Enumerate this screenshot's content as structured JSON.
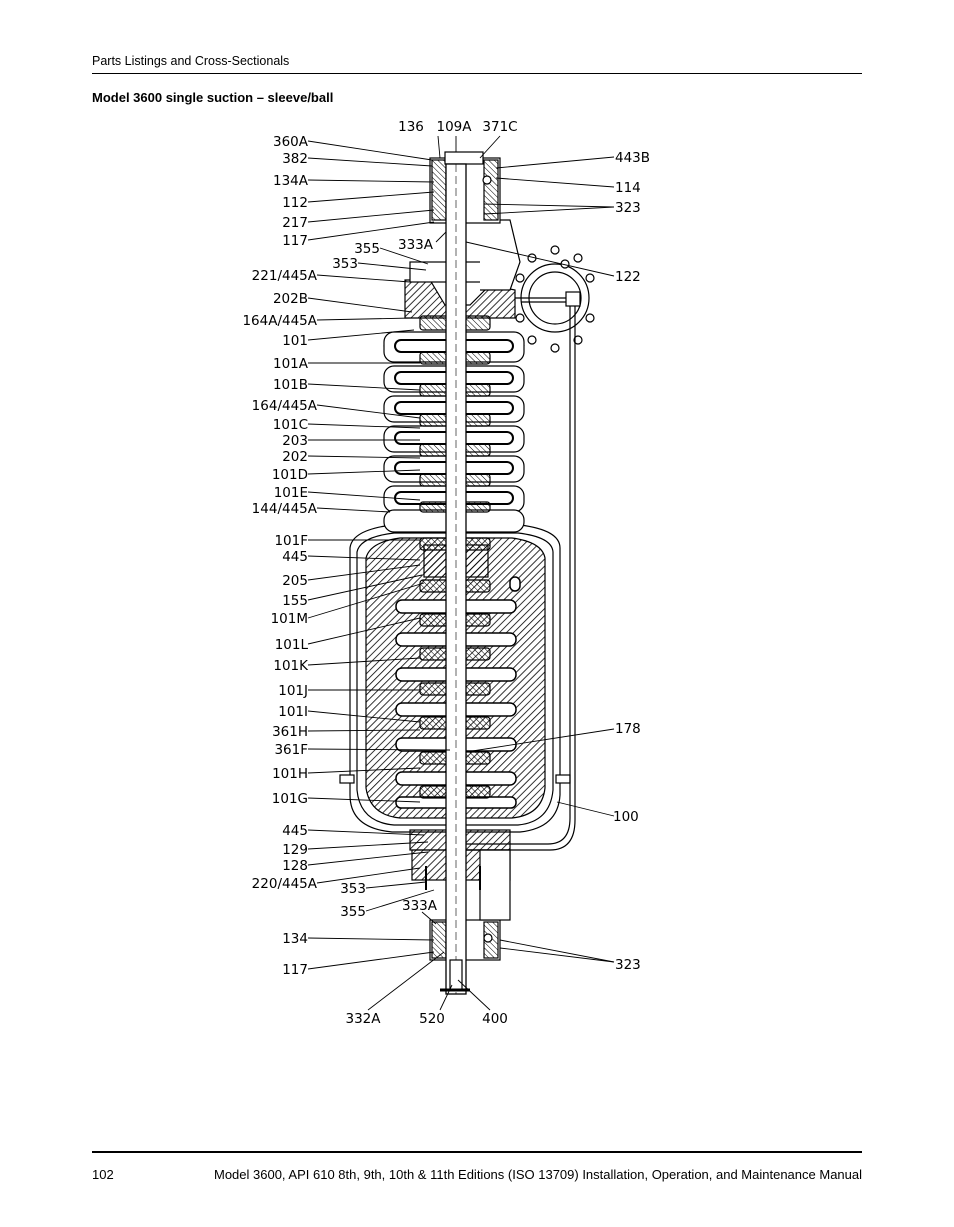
{
  "header": {
    "section": "Parts Listings and Cross-Sectionals"
  },
  "title": "Model 3600 single suction – sleeve/ball",
  "callouts": {
    "l360A": "360A",
    "l382": "382",
    "l134A": "134A",
    "l112": "112",
    "l217": "217",
    "l117": "117",
    "l355": "355",
    "l353": "353",
    "l333A": "333A",
    "l221": "221/445A",
    "l202B": "202B",
    "l164A": "164A/445A",
    "l101": "101",
    "l101A": "101A",
    "l101B": "101B",
    "l164": "164/445A",
    "l101C": "101C",
    "l203": "203",
    "l202": "202",
    "l101D": "101D",
    "l101E": "101E",
    "l144": "144/445A",
    "l101F": "101F",
    "l445": "445",
    "l205": "205",
    "l155": "155",
    "l101M": "101M",
    "l101L": "101L",
    "l101K": "101K",
    "l101J": "101J",
    "l101I": "101I",
    "l361H": "361H",
    "l361F": "361F",
    "l101H": "101H",
    "l101G": "101G",
    "l129": "129",
    "l128": "128",
    "l220": "220/445A",
    "l134": "134",
    "l332A": "332A",
    "l520": "520",
    "l400": "400",
    "l136": "136",
    "l109A": "109A",
    "l371C": "371C",
    "l443B": "443B",
    "l114": "114",
    "l323": "323",
    "l122": "122",
    "l178": "178",
    "l100": "100"
  },
  "footer": {
    "page": "102",
    "manual": "Model 3600, API 610 8th, 9th, 10th & 11th Editions (ISO 13709) Installation, Operation, and Maintenance Manual"
  }
}
